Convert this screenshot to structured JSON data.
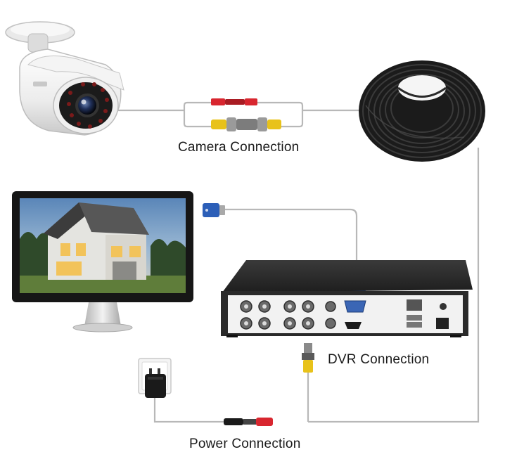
{
  "labels": {
    "camera_connection": "Camera Connection",
    "dvr_connection": "DVR Connection",
    "power_connection": "Power Connection"
  },
  "colors": {
    "wire": "#b8b8b8",
    "cable_black": "#1b1b1b",
    "connector_red": "#d8262f",
    "connector_yellow": "#e8c21a",
    "vga_blue": "#2c5fb8",
    "dvr_body": "#2a2a2a",
    "dvr_panel": "#f2f2f2"
  },
  "components": [
    {
      "name": "security-camera",
      "icon": "bullet-camera-icon"
    },
    {
      "name": "coaxial-cable-coil",
      "icon": "cable-coil-icon"
    },
    {
      "name": "monitor",
      "icon": "monitor-icon"
    },
    {
      "name": "dvr-recorder",
      "icon": "dvr-icon"
    },
    {
      "name": "wall-outlet",
      "icon": "power-outlet-icon"
    },
    {
      "name": "power-adapter",
      "icon": "power-adapter-icon"
    }
  ]
}
